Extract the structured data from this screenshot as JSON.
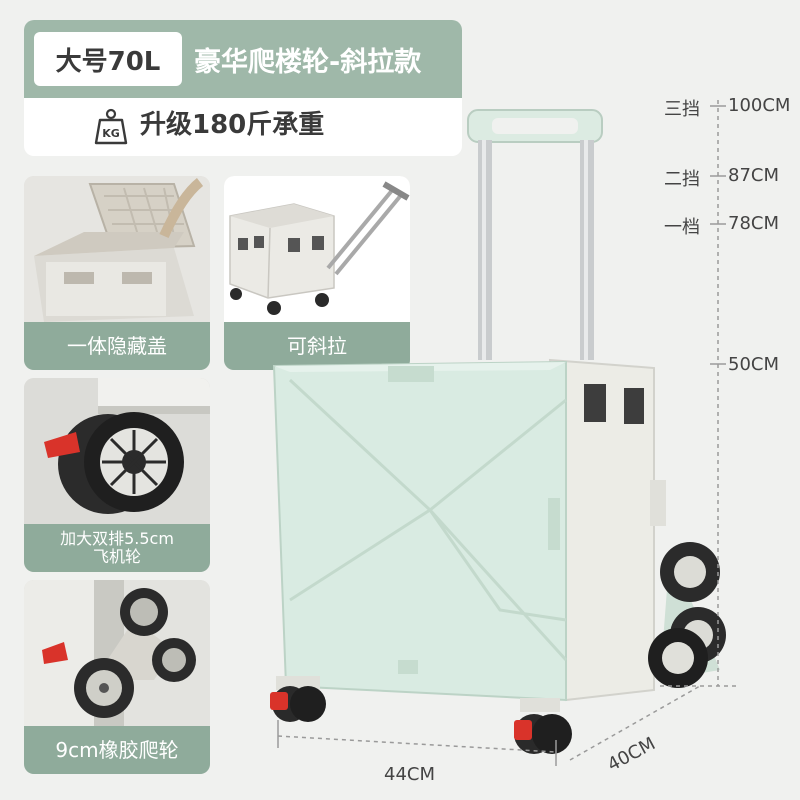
{
  "banner": {
    "size_badge": "大号70L",
    "title": "豪华爬楼轮-斜拉款",
    "kg_icon_text": "KG",
    "load": "升级180斤承重"
  },
  "features": [
    {
      "label": "一体隐藏盖",
      "icon": "hidden-lid"
    },
    {
      "label": "可斜拉",
      "icon": "tilt-pull"
    },
    {
      "label_line1": "加大双排5.5cm",
      "label_line2": "飞机轮",
      "icon": "double-wheel"
    },
    {
      "label": "9cm橡胶爬轮",
      "icon": "stair-climbing-wheel"
    }
  ],
  "height_gears": [
    {
      "gear": "三挡",
      "height": "100CM"
    },
    {
      "gear": "二挡",
      "height": "87CM"
    },
    {
      "gear": "一档",
      "height": "78CM"
    }
  ],
  "box_height": "50CM",
  "width": "44CM",
  "depth": "40CM",
  "colors": {
    "banner_green": "#9fb8a9",
    "label_green": "#8fab9b",
    "cart_mint": "#d9ebe2",
    "cart_white": "#ecece6",
    "wheel_red": "#d9332a",
    "wheel_black": "#2a2a2a"
  }
}
